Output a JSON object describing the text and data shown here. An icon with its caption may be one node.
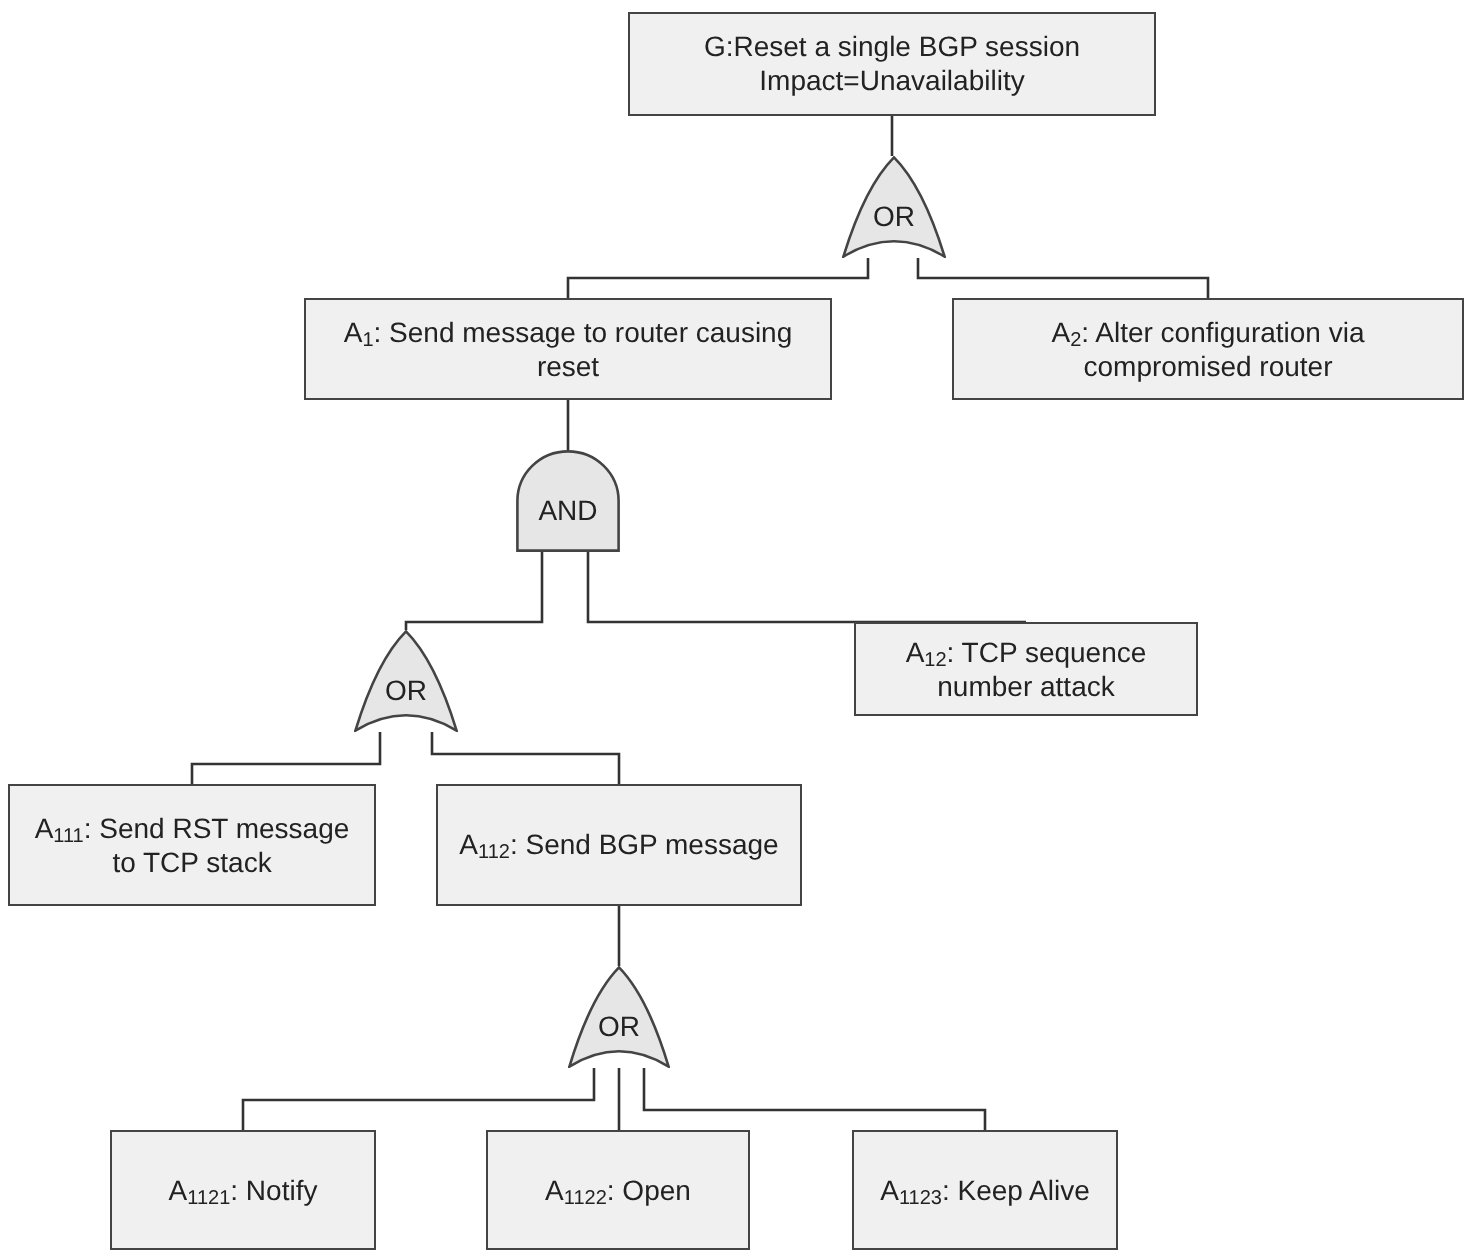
{
  "diagram": {
    "nodes": [
      {
        "text": [
          "G:Reset a single BGP session",
          "Impact=Unavailability"
        ]
      },
      {
        "text": [
          "OR"
        ]
      },
      {
        "text": [
          "A$_{1}$: Send message to router causing reset"
        ]
      },
      {
        "text": [
          "A$_{2}$: Alter configuration via compromised router"
        ]
      },
      {
        "text": [
          "AND"
        ]
      },
      {
        "text": [
          "OR"
        ]
      },
      {
        "text": [
          "A$_{12}$: TCP sequence number attack"
        ]
      },
      {
        "text": [
          "A$_{111}$: Send RST message to TCP stack"
        ]
      },
      {
        "text": [
          "A$_{112}$: Send BGP message"
        ]
      },
      {
        "text": [
          "OR"
        ]
      },
      {
        "text": [
          "A$_{1121}$: Notify"
        ]
      },
      {
        "text": [
          "A$_{1122}$: Open"
        ]
      },
      {
        "text": [
          "A$_{1123}$: Keep Alive"
        ]
      }
    ],
    "edges": [
      {
        "from": 0,
        "to": 1,
        "arrow": "none"
      },
      {
        "from": 1,
        "to": 2,
        "arrow": "none"
      },
      {
        "from": 1,
        "to": 3,
        "arrow": "none"
      },
      {
        "from": 2,
        "to": 4,
        "arrow": "none"
      },
      {
        "from": 4,
        "to": 5,
        "arrow": "none"
      },
      {
        "from": 4,
        "to": 6,
        "arrow": "none"
      },
      {
        "from": 5,
        "to": 7,
        "arrow": "none"
      },
      {
        "from": 5,
        "to": 8,
        "arrow": "none"
      },
      {
        "from": 8,
        "to": 9,
        "arrow": "none"
      },
      {
        "from": 9,
        "to": 10,
        "arrow": "none"
      },
      {
        "from": 9,
        "to": 11,
        "arrow": "none"
      },
      {
        "from": 9,
        "to": 12,
        "arrow": "none"
      }
    ]
  }
}
